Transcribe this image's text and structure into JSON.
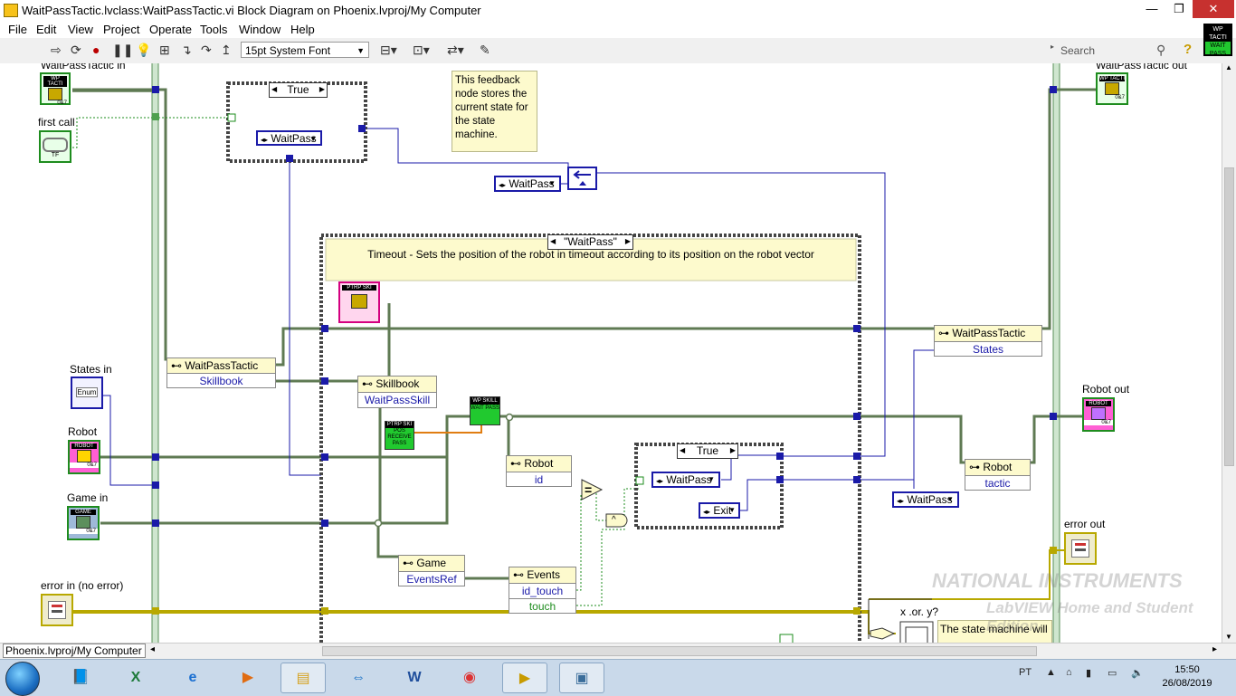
{
  "window": {
    "title": "WaitPassTactic.lvclass:WaitPassTactic.vi Block Diagram on Phoenix.lvproj/My Computer",
    "minimize": "—",
    "restore": "❐",
    "close": "✕"
  },
  "menu": [
    "File",
    "Edit",
    "View",
    "Project",
    "Operate",
    "Tools",
    "Window",
    "Help"
  ],
  "toolbar": {
    "font_value": "15pt System Font",
    "search_placeholder": "Search",
    "help_icon": "?",
    "vi_icon_lines": [
      "WP TACTI",
      "WAIT",
      "PASS"
    ]
  },
  "diagram": {
    "terminals": {
      "waitpasstactic_in": "WaitPassTactic in",
      "first_call": "first call",
      "states_in": "States in",
      "robot": "Robot",
      "game_in": "Game in",
      "error_in": "error in (no error)",
      "waitpasstactic_out": "WaitPassTactic out",
      "robot_out": "Robot out",
      "error_out": "error out"
    },
    "icon_texts": {
      "tactic_icon": "WP TACTI",
      "class_num": "0&7",
      "tf": "TF",
      "enum": "Enum",
      "robot_icon": "ROBOT",
      "game_icon": "GAME",
      "ptrp_ski": "PTRP SKI",
      "pos_receive_pass": "POS RECEIVE PASS",
      "wp_skill": "WP SKILL",
      "wait_pass": "WAIT PASS"
    },
    "case_true_top": {
      "selector": "True",
      "constant": "WaitPass"
    },
    "comment_feedback": "This feedback node stores the current state for the state machine.",
    "feedback_constant": "WaitPass",
    "main_case": {
      "selector": "\"WaitPass\"",
      "description": "Timeout - Sets the position of the robot in timeout according to its position on the robot vector"
    },
    "unbundles": {
      "waitpasstactic_in": {
        "header": "WaitPassTactic",
        "field": "Skillbook"
      },
      "skillbook": {
        "header": "Skillbook",
        "field": "WaitPassSkill"
      },
      "robot_id": {
        "header": "Robot",
        "field": "id"
      },
      "game": {
        "header": "Game",
        "field": "EventsRef"
      },
      "events": {
        "header": "Events",
        "field1": "id_touch",
        "field2": "touch"
      }
    },
    "bundles": {
      "waitpasstactic_out": {
        "header": "WaitPassTactic",
        "field": "States"
      },
      "robot_out": {
        "header": "Robot",
        "field": "tactic"
      }
    },
    "inner_case": {
      "selector": "True",
      "constant1": "WaitPass",
      "constant2": "Exit"
    },
    "waitpass_const_right": "WaitPass",
    "and_symbol": "^",
    "equal_symbol": "=",
    "xory_label": "x .or. y?",
    "state_comment": "The state machine will"
  },
  "statusbar": {
    "project": "Phoenix.lvproj/My Computer"
  },
  "watermark": {
    "line1": "NATIONAL INSTRUMENTS",
    "line2": "LabVIEW Home and Student Edition"
  },
  "taskbar": {
    "apps": [
      "File Explorer",
      "Excel",
      "Internet Explorer",
      "Media Player",
      "Folder",
      "TeamViewer",
      "Word",
      "Chrome",
      "LabVIEW",
      "Image Viewer"
    ],
    "lang": "PT",
    "time": "15:50",
    "date": "26/08/2019"
  },
  "colors": {
    "enum_wire": "#1a1aa8",
    "cluster_wire": "#5f7a53",
    "error_wire": "#b8a800",
    "bool_wire": "#1e8c1e",
    "comment_bg": "#fdfacd",
    "case_frame": "#444444"
  }
}
